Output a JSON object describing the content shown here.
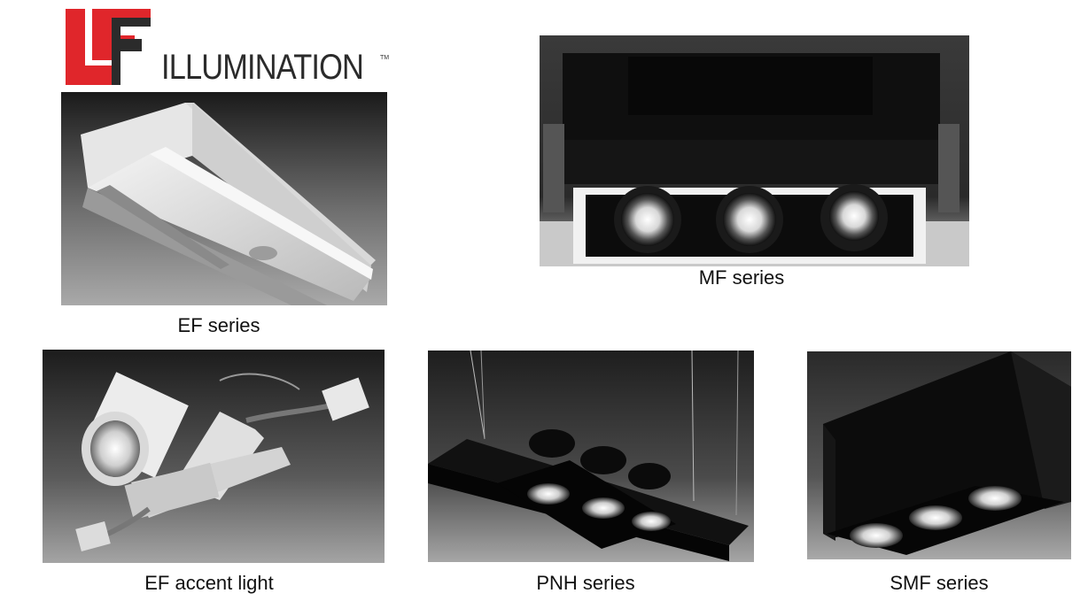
{
  "logo": {
    "brand_word": "ILLUMINATION",
    "trademark": "TM",
    "colors": {
      "red": "#e0262b",
      "dark": "#2b2b2b"
    }
  },
  "products": [
    {
      "id": "ef",
      "caption": "EF series",
      "image": "linear-recessed-fixture-photo"
    },
    {
      "id": "mf",
      "caption": "MF series",
      "image": "three-head-recessed-multiple-photo"
    },
    {
      "id": "eal",
      "caption": "EF accent light",
      "image": "adjustable-accent-spot-photo"
    },
    {
      "id": "pnh",
      "caption": "PNH series",
      "image": "suspended-three-head-pendant-photo"
    },
    {
      "id": "smf",
      "caption": "SMF series",
      "image": "surface-mounted-three-head-box-photo"
    }
  ]
}
